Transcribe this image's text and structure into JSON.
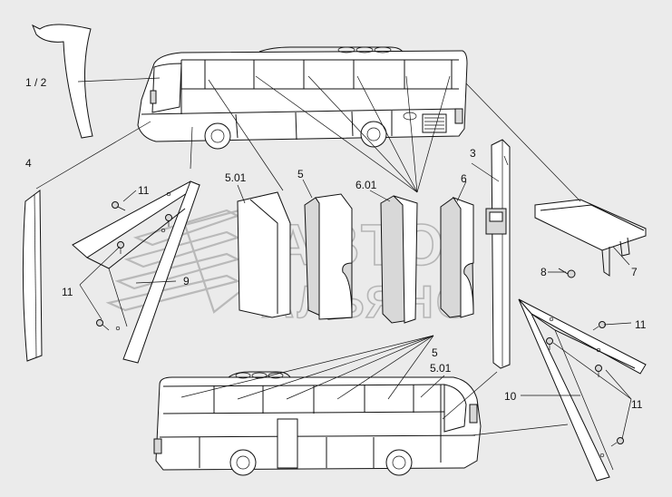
{
  "watermark": {
    "line1": "АВТО",
    "line2": "АЛЬЯНС"
  },
  "callouts": [
    {
      "id": "c-1-2",
      "text": "1 / 2"
    },
    {
      "id": "c-3",
      "text": "3"
    },
    {
      "id": "c-4",
      "text": "4"
    },
    {
      "id": "c-5-top",
      "text": "5"
    },
    {
      "id": "c-5-01-top",
      "text": "5.01"
    },
    {
      "id": "c-6",
      "text": "6"
    },
    {
      "id": "c-6-01",
      "text": "6.01"
    },
    {
      "id": "c-7",
      "text": "7"
    },
    {
      "id": "c-8",
      "text": "8"
    },
    {
      "id": "c-9",
      "text": "9"
    },
    {
      "id": "c-10",
      "text": "10"
    },
    {
      "id": "c-11-a",
      "text": "11"
    },
    {
      "id": "c-11-b",
      "text": "11"
    },
    {
      "id": "c-11-c",
      "text": "11"
    },
    {
      "id": "c-11-d",
      "text": "11"
    },
    {
      "id": "c-5-bottom",
      "text": "5"
    },
    {
      "id": "c-5-01-bottom",
      "text": "5.01"
    }
  ]
}
